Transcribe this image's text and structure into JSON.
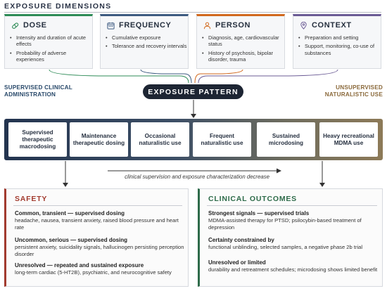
{
  "title": "EXPOSURE DIMENSIONS",
  "dimensions": [
    {
      "title": "DOSE",
      "icon": "pill-icon",
      "color": "#2e8b57",
      "bullets": [
        "Intensity and duration of acute effects",
        "Probability of adverse experiences"
      ]
    },
    {
      "title": "FREQUENCY",
      "icon": "calendar-icon",
      "color": "#3d5a80",
      "bullets": [
        "Cumulative exposure",
        "Tolerance and recovery intervals"
      ]
    },
    {
      "title": "PERSON",
      "icon": "person-icon",
      "color": "#d2691e",
      "bullets": [
        "Diagnosis, age, cardiovascular status",
        "History of psychosis, bipolar disorder, trauma"
      ]
    },
    {
      "title": "CONTEXT",
      "icon": "location-pin-icon",
      "color": "#6b5b95",
      "bullets": [
        "Preparation and setting",
        "Support, monitoring, co-use of substances"
      ]
    }
  ],
  "left_label": "SUPERVISED CLINICAL ADMINISTRATION",
  "right_label": "UNSUPERVISED NATURALISTIC USE",
  "center_label": "EXPOSURE PATTERN",
  "patterns": [
    "Supervised therapeutic macrodosing",
    "Maintenance therapeutic dosing",
    "Occasional naturalistic use",
    "Frequent naturalistic use",
    "Sustained microdosing",
    "Heavy recreational MDMA use"
  ],
  "gradient_text": "clinical supervision and exposure characterization decrease",
  "safety": {
    "title": "SAFETY",
    "color": "#a23b2f",
    "sections": [
      {
        "heading": "Common, transient — supervised dosing",
        "body": "headache, nausea, transient anxiety, raised blood pressure and heart rate"
      },
      {
        "heading": "Uncommon, serious — supervised dosing",
        "body": "persistent anxiety, suicidality signals, hallucinogen persisting perception disorder"
      },
      {
        "heading": "Unresolved — repeated and sustained exposure",
        "body": "long-term cardiac (5-HT2B), psychiatric, and neurocognitive safety"
      }
    ]
  },
  "outcomes": {
    "title": "CLINICAL OUTCOMES",
    "color": "#2e6b4a",
    "sections": [
      {
        "heading": "Strongest signals — supervised trials",
        "body": "MDMA-assisted therapy for PTSD; psilocybin-based treatment of depression"
      },
      {
        "heading": "Certainty constrained by",
        "body": "functional unblinding, selected samples, a negative phase 2b trial"
      },
      {
        "heading": "Unresolved or limited",
        "body": "durability and retreatment schedules; microdosing shows limited benefit"
      }
    ]
  }
}
